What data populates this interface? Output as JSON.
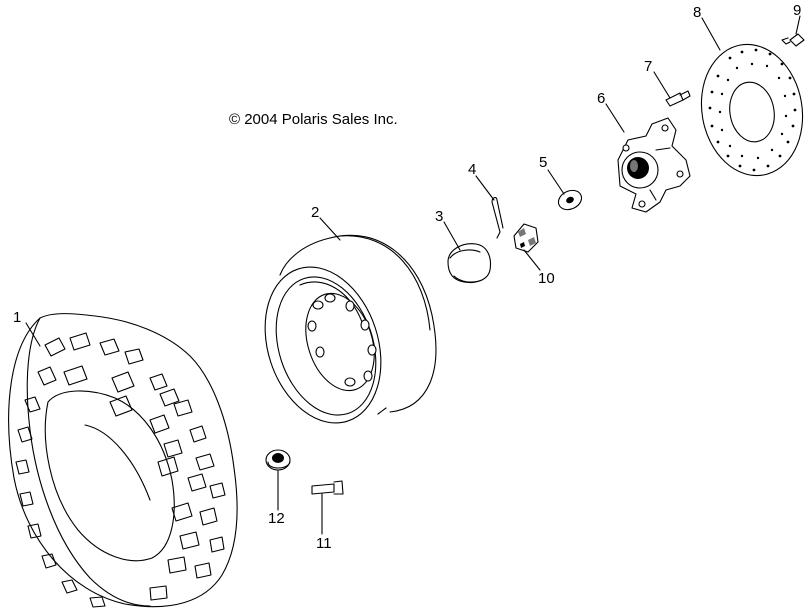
{
  "copyright": "© 2004 Polaris Sales Inc.",
  "callouts": [
    {
      "id": "1",
      "label": "1"
    },
    {
      "id": "2",
      "label": "2"
    },
    {
      "id": "3",
      "label": "3"
    },
    {
      "id": "4",
      "label": "4"
    },
    {
      "id": "5",
      "label": "5"
    },
    {
      "id": "6",
      "label": "6"
    },
    {
      "id": "7",
      "label": "7"
    },
    {
      "id": "8",
      "label": "8"
    },
    {
      "id": "9",
      "label": "9"
    },
    {
      "id": "10",
      "label": "10"
    },
    {
      "id": "11",
      "label": "11"
    },
    {
      "id": "12",
      "label": "12"
    }
  ]
}
